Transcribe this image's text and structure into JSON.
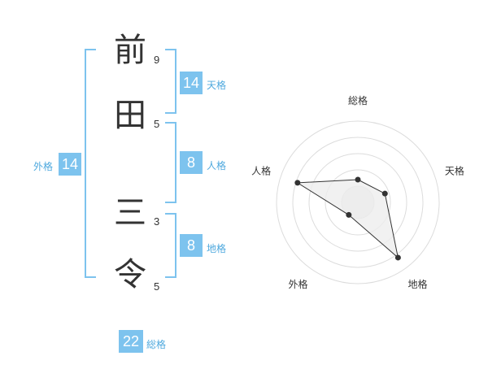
{
  "name": {
    "chars": [
      {
        "char": "前",
        "strokes": "9"
      },
      {
        "char": "田",
        "strokes": "5"
      },
      {
        "char": "三",
        "strokes": "3"
      },
      {
        "char": "令",
        "strokes": "5"
      }
    ]
  },
  "scores": {
    "tenkaku": {
      "value": "14",
      "label": "天格"
    },
    "jinkaku": {
      "value": "8",
      "label": "人格"
    },
    "chikaku": {
      "value": "8",
      "label": "地格"
    },
    "gaikaku": {
      "value": "14",
      "label": "外格"
    },
    "soukaku": {
      "value": "22",
      "label": "総格"
    }
  },
  "colors": {
    "accent": "#7dc3ee",
    "accent_text": "#4fa9de"
  },
  "chart_data": {
    "type": "radar",
    "axes": [
      "総格",
      "天格",
      "地格",
      "外格",
      "人格"
    ],
    "values": [
      0.28,
      0.35,
      0.84,
      0.19,
      0.78
    ],
    "max": 1,
    "grid_rings": 5,
    "fill_color": "#eeeeee",
    "line_color": "#333333"
  }
}
